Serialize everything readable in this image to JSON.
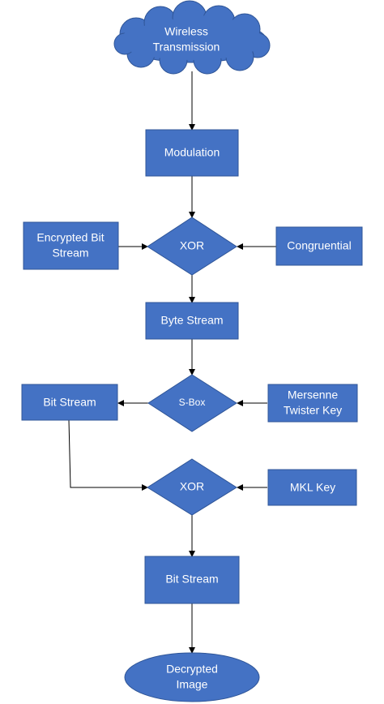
{
  "nodes": {
    "wireless": {
      "line1": "Wireless",
      "line2": "Transmission"
    },
    "modulation": {
      "label": "Modulation"
    },
    "encrypted_bit_stream": {
      "line1": "Encrypted Bit",
      "line2": "Stream"
    },
    "xor_1": {
      "label": "XOR"
    },
    "congruential": {
      "label": "Congruential"
    },
    "byte_stream": {
      "label": "Byte Stream"
    },
    "bit_stream_left": {
      "label": "Bit Stream"
    },
    "sbox": {
      "label": "S-Box"
    },
    "mersenne": {
      "line1": "Mersenne",
      "line2": "Twister Key"
    },
    "xor_2": {
      "label": "XOR"
    },
    "mkl_key": {
      "label": "MKL Key"
    },
    "bit_stream_bottom": {
      "label": "Bit Stream"
    },
    "decrypted": {
      "line1": "Decrypted",
      "line2": "Image"
    }
  },
  "colors": {
    "shape_fill": "#4472c4",
    "shape_stroke": "#2f5597",
    "text": "#ffffff",
    "edge": "#000000"
  }
}
